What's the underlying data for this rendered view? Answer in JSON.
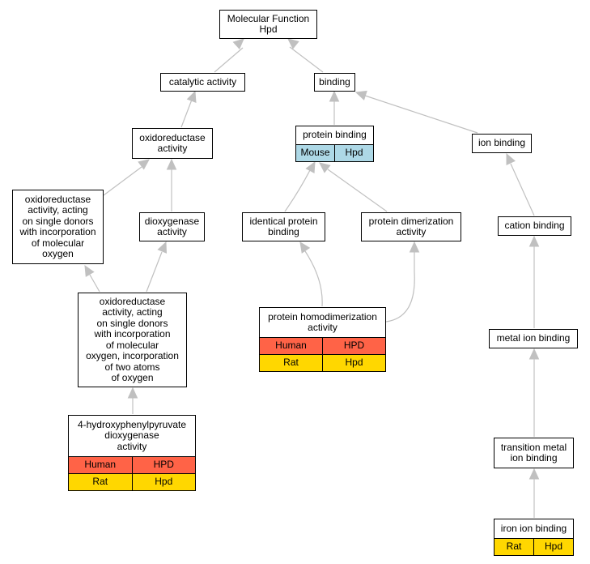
{
  "colors": {
    "edge": "#c0c0c0",
    "human": "#ff6347",
    "rat": "#ffd700",
    "mouse": "#add8e6"
  },
  "nodes": {
    "mf": {
      "label": "Molecular Function\nHpd"
    },
    "catalytic": {
      "label": "catalytic activity"
    },
    "binding": {
      "label": "binding"
    },
    "oxidoreductase": {
      "label": "oxidoreductase\nactivity"
    },
    "protein_binding": {
      "label": "protein binding",
      "rows": [
        [
          "Mouse",
          "Hpd"
        ]
      ]
    },
    "ion_binding": {
      "label": "ion binding"
    },
    "oxido_single": {
      "label": "oxidoreductase\nactivity, acting\non single donors\nwith incorporation\nof molecular\noxygen"
    },
    "dioxygenase": {
      "label": "dioxygenase\nactivity"
    },
    "identical": {
      "label": "identical protein\nbinding"
    },
    "dimerization": {
      "label": "protein dimerization\nactivity"
    },
    "cation": {
      "label": "cation binding"
    },
    "oxido_two": {
      "label": "oxidoreductase\nactivity, acting\non single donors\nwith incorporation\nof molecular\noxygen, incorporation\nof two atoms\nof oxygen"
    },
    "homodimerization": {
      "label": "protein homodimerization\nactivity",
      "rows": [
        [
          "Human",
          "HPD"
        ],
        [
          "Rat",
          "Hpd"
        ]
      ]
    },
    "metal": {
      "label": "metal ion binding"
    },
    "hppd": {
      "label": "4-hydroxyphenylpyruvate\ndioxygenase\nactivity",
      "rows": [
        [
          "Human",
          "HPD"
        ],
        [
          "Rat",
          "Hpd"
        ]
      ]
    },
    "transition": {
      "label": "transition metal\nion binding"
    },
    "iron": {
      "label": "iron ion binding",
      "rows": [
        [
          "Rat",
          "Hpd"
        ]
      ]
    }
  }
}
